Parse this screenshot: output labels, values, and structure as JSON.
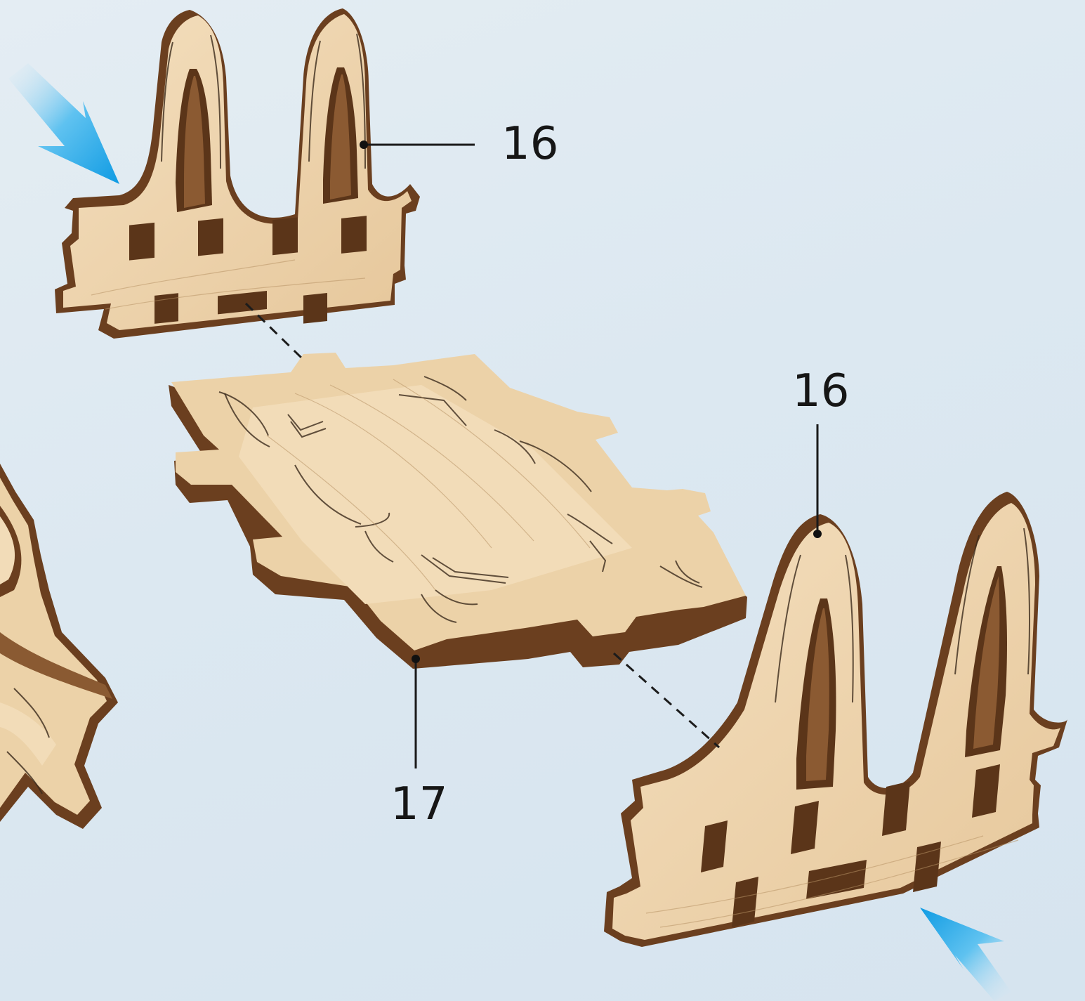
{
  "callouts": {
    "top_fence_label": "16",
    "right_fence_label": "16",
    "base_plate_label": "17"
  },
  "parts": {
    "fence_part_number": "16",
    "base_part_number": "17"
  },
  "colors": {
    "background": "#dce8f1",
    "plywood_face": "#ecd2a8",
    "plywood_edge": "#6b3f1f",
    "arrow_accent": "#1aa3e6",
    "leader_line": "#1a1a1a"
  },
  "icons": {
    "top_arrow": "insert-direction-arrow-icon",
    "bottom_arrow": "insert-direction-arrow-icon"
  }
}
